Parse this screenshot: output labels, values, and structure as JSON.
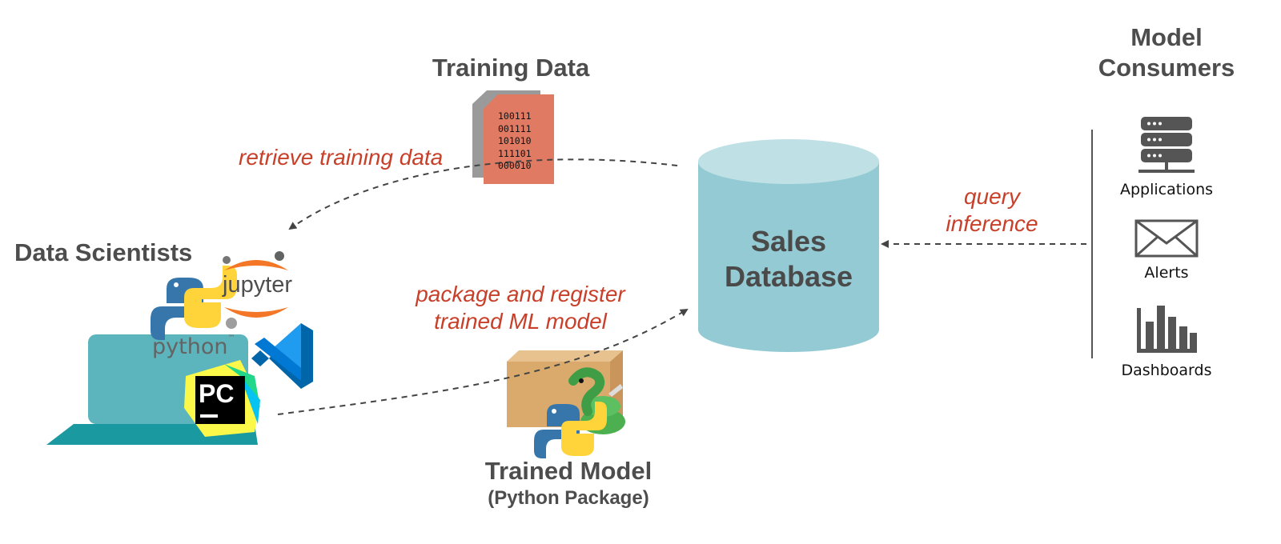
{
  "training_data": {
    "title": "Training Data",
    "bits": [
      "100111",
      "001111",
      "101010",
      "111101",
      "000010"
    ]
  },
  "data_scientists": {
    "title": "Data Scientists",
    "jupyter_text": "jupyter",
    "python_text": "python",
    "python_tm": "™",
    "pycharm_text": "PC"
  },
  "model_consumers": {
    "title_line1": "Model",
    "title_line2": "Consumers",
    "applications": "Applications",
    "alerts": "Alerts",
    "dashboards": "Dashboards"
  },
  "sales_db": {
    "line1": "Sales",
    "line2": "Database"
  },
  "trained_model": {
    "title": "Trained Model",
    "subtitle": "(Python Package)"
  },
  "flows": {
    "retrieve": "retrieve training data",
    "package_line1": "package and register",
    "package_line2": "trained ML model",
    "query_line1": "query",
    "query_line2": "inference"
  },
  "colors": {
    "database": "#93cad4",
    "database_top": "#bfe0e5",
    "laptop": "#5cb4bc",
    "box": "#d9aa6c",
    "document": "#e07a62",
    "accent_text": "#c8402a",
    "icon_gray": "#555555"
  }
}
